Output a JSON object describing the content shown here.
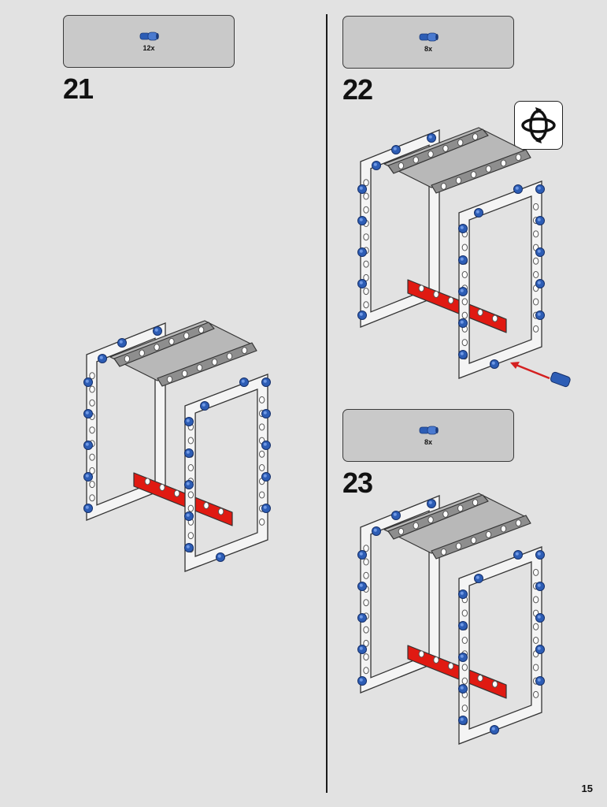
{
  "steps": [
    {
      "number": "21",
      "part_qty": "12x",
      "part_icon": "blue-pin-icon"
    },
    {
      "number": "22",
      "part_qty": "8x",
      "part_icon": "blue-pin-icon",
      "extra_icon": "rotate-model-icon"
    },
    {
      "number": "23",
      "part_qty": "8x",
      "part_icon": "blue-pin-icon"
    }
  ],
  "page_number": "15",
  "colors": {
    "background": "#e2e2e2",
    "parts_box": "#c9c9c9",
    "frame_white": "#f4f4f4",
    "beam_gray": "#8e8e8e",
    "pin_blue": "#2d5db5",
    "beam_red": "#e01a12",
    "arrow_red": "#d42020"
  }
}
